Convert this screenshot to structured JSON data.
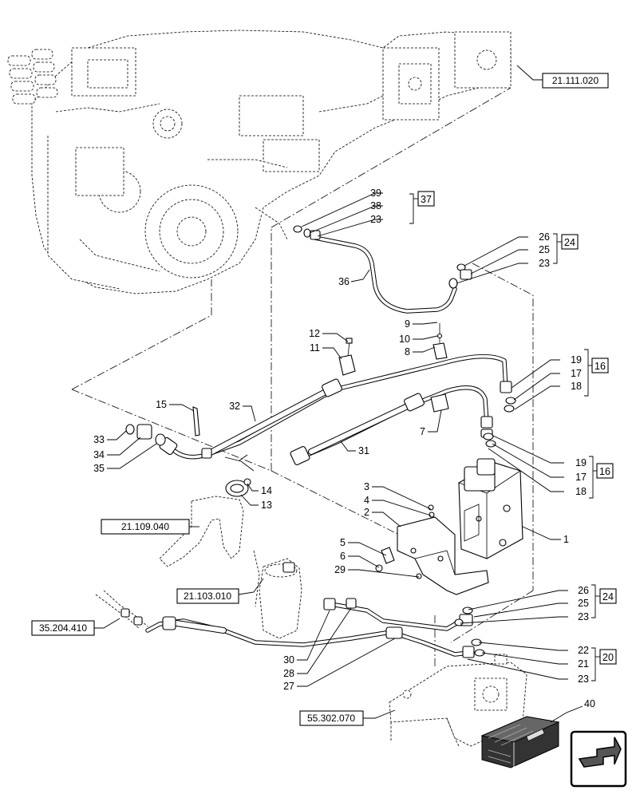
{
  "callouts": {
    "c1": "1",
    "c2": "2",
    "c3": "3",
    "c4": "4",
    "c5": "5",
    "c6": "6",
    "c7": "7",
    "c8": "8",
    "c9": "9",
    "c10": "10",
    "c11": "11",
    "c12": "12",
    "c13": "13",
    "c14": "14",
    "c15": "15",
    "c16a": "16",
    "c16b": "16",
    "c17a": "17",
    "c17b": "17",
    "c18a": "18",
    "c18b": "18",
    "c19a": "19",
    "c19b": "19",
    "c20": "20",
    "c21": "21",
    "c22": "22",
    "c23a": "23",
    "c23b": "23",
    "c23c": "23",
    "c23d": "23",
    "c24a": "24",
    "c24b": "24",
    "c25a": "25",
    "c25b": "25",
    "c26a": "26",
    "c26b": "26",
    "c27": "27",
    "c28": "28",
    "c29": "29",
    "c30": "30",
    "c31": "31",
    "c32": "32",
    "c33": "33",
    "c34": "34",
    "c35": "35",
    "c36": "36",
    "c37": "37",
    "c38": "38",
    "c39": "39",
    "c40": "40"
  },
  "references": {
    "r1": "21.111.020",
    "r2": "21.109.040",
    "r3": "21.103.010",
    "r4": "35.204.410",
    "r5": "55.302.070"
  },
  "icons": {
    "nav": "next-page-arrow-icon",
    "kit": "parts-kit-crate-icon"
  }
}
